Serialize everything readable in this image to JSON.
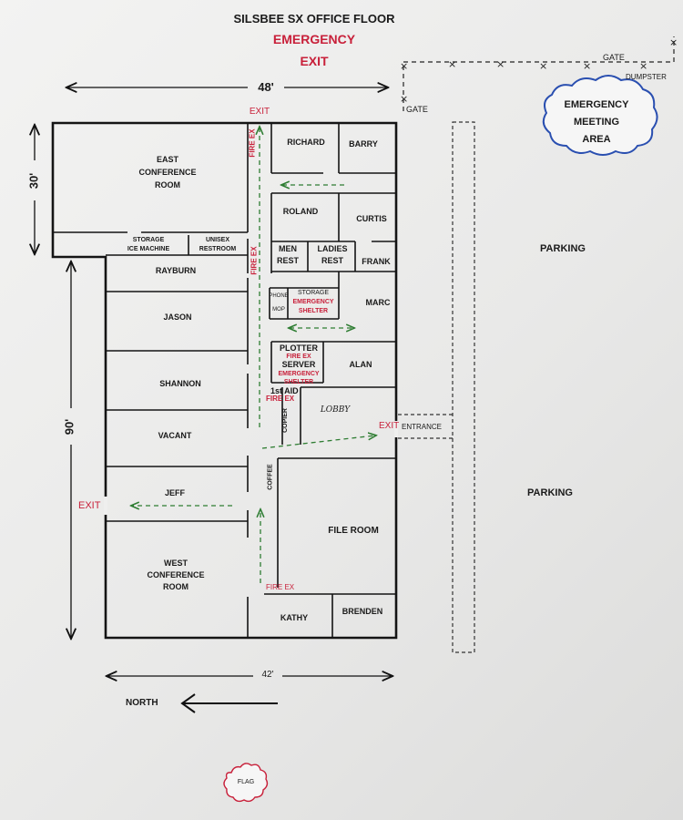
{
  "header": {
    "title": "SILSBEE SX OFFICE FLOOR",
    "subtitle_line1": "EMERGENCY",
    "subtitle_line2": "EXIT"
  },
  "dimensions": {
    "top_width": "48'",
    "bottom_width": "42'",
    "left_upper": "30'",
    "left_lower": "90'"
  },
  "exits": {
    "top": "EXIT",
    "left": "EXIT",
    "lobby": "EXIT"
  },
  "fire_ex": {
    "top": "FIRE EX",
    "middle": "FIRE EX",
    "first_aid": "FIRE EX",
    "bottom": "FIRE EX",
    "server": "FIRE EX"
  },
  "rooms": {
    "east_conference": [
      "EAST",
      "CONFERENCE",
      "ROOM"
    ],
    "storage_ice": [
      "STORAGE",
      "ICE MACHINE"
    ],
    "unisex_restroom": [
      "UNISEX",
      "RESTROOM"
    ],
    "rayburn": "RAYBURN",
    "jason": "JASON",
    "shannon": "SHANNON",
    "vacant": "VACANT",
    "jeff": "JEFF",
    "west_conference": [
      "WEST",
      "CONFERENCE",
      "ROOM"
    ],
    "richard": "RICHARD",
    "barry": "BARRY",
    "roland": "ROLAND",
    "curtis": "CURTIS",
    "men_rest": [
      "MEN",
      "REST"
    ],
    "ladies_rest": [
      "LADIES",
      "REST"
    ],
    "frank": "FRANK",
    "phone": "PHONE",
    "mop": "MOP",
    "storage": "STORAGE",
    "emergency_shelter_1": [
      "EMERGENCY",
      "SHELTER"
    ],
    "marc": "MARC",
    "plotter": "PLOTTER",
    "server": "SERVER",
    "emergency_shelter_2": [
      "EMERGENCY",
      "SHELTER"
    ],
    "alan": "ALAN",
    "first_aid": "1st AID",
    "copier": "COPIER",
    "lobby": "LOBBY",
    "coffee": "COFFEE",
    "file_room": "FILE ROOM",
    "kathy": "KATHY",
    "brenden": "BRENDEN"
  },
  "outside": {
    "entrance": "ENTRANCE",
    "parking_1": "PARKING",
    "parking_2": "PARKING",
    "gate_1": "GATE",
    "gate_2": "GATE",
    "dumpster": "DUMPSTER",
    "meeting_area": [
      "EMERGENCY",
      "MEETING",
      "AREA"
    ],
    "north": "NORTH",
    "flag": "FLAG"
  },
  "colors": {
    "wall": "#141414",
    "exit_red": "#c8203a",
    "path_green": "#2e7d32",
    "cloud_blue": "#2a4fb0"
  }
}
